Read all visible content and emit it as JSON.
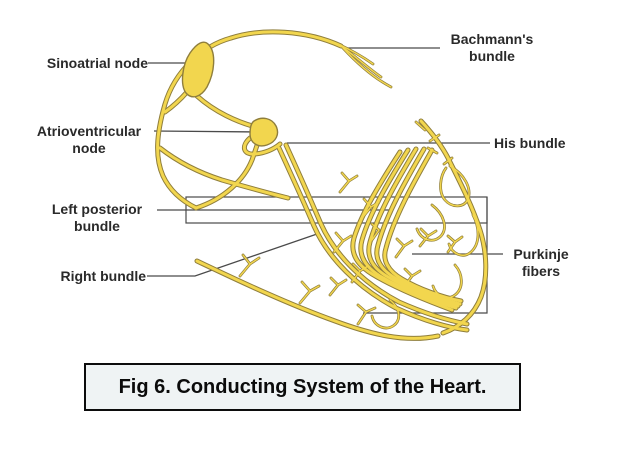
{
  "figure": {
    "caption": "Fig 6. Conducting System of the Heart."
  },
  "diagram": {
    "title_semantic": "Conducting system of the heart diagram",
    "labels": [
      {
        "id": "sinoatrial-node",
        "text": "Sinoatrial node"
      },
      {
        "id": "atrioventricular-node",
        "text": "Atrioventricular node"
      },
      {
        "id": "left-posterior-bundle",
        "text": "Left posterior bundle"
      },
      {
        "id": "right-bundle",
        "text": "Right bundle"
      },
      {
        "id": "bachmanns-bundle",
        "text": "Bachmann's bundle"
      },
      {
        "id": "his-bundle",
        "text": "His bundle"
      },
      {
        "id": "purkinje-fibers",
        "text": "Purkinje fibers"
      }
    ],
    "colors": {
      "conduction_yellow": "#F2D64E",
      "conduction_outline": "#8F7E3C",
      "leader_line": "#4a4a4a",
      "label_text": "#2a2a2a",
      "caption_bg": "#eff3f4",
      "caption_border": "#0c0c0c"
    }
  }
}
